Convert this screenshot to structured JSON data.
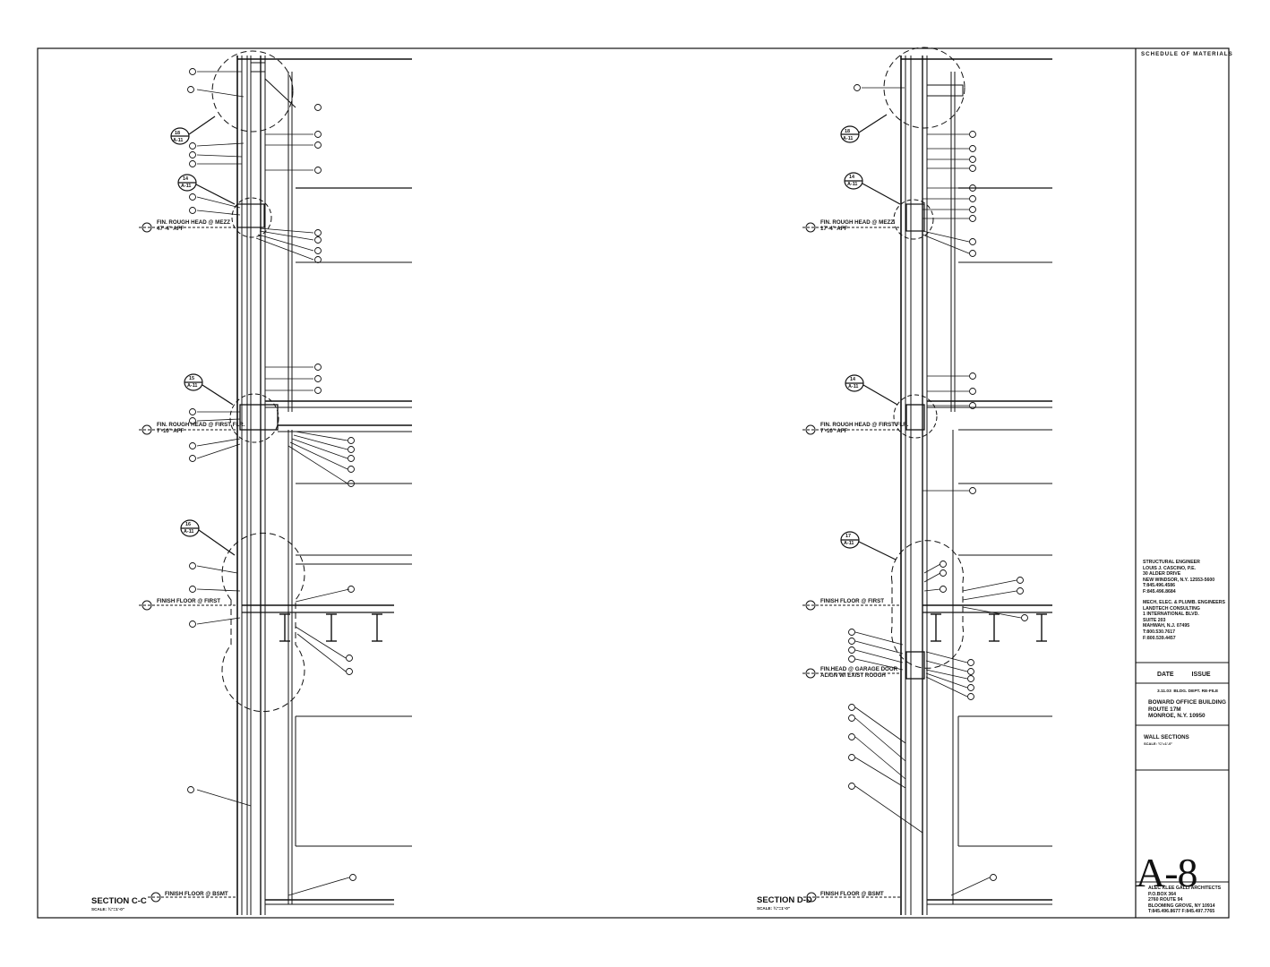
{
  "schedule": {
    "title": "SCHEDULE OF MATERIALS",
    "items": []
  },
  "consultants": {
    "structural": [
      "STRUCTURAL ENGINEER",
      "LOUIS J. CASCINO, P.E.",
      "30 ALDER DRIVE",
      "NEW WINDSOR, N.Y. 12553-5600",
      "T:845.496.4586",
      "F:845.496.8684"
    ],
    "mep": [
      "MECH, ELEC. & PLUMB. ENGINEERS",
      "LANDTECH CONSULTING",
      "1 INTERNATIONAL BLVD.",
      "SUITE 203",
      "MAHWAH, N.J. 07495",
      "T:800.530.7617",
      "F:800.539.4457"
    ]
  },
  "issue": {
    "date_label": "DATE",
    "issue_label": "ISSUE",
    "entries": [
      {
        "date": "3.11.03",
        "desc": "BLDG. DEPT. RE-FILE"
      }
    ]
  },
  "project": [
    "BOWARD OFFICE BUILDING",
    "ROUTE 17M",
    "MONROE, N.Y. 10950"
  ],
  "sheet": {
    "title": "WALL SECTIONS",
    "scale": "SCALE: ¾\"=1'-0\"",
    "number": "A-8"
  },
  "architect": [
    "ALEC KLEE GALLI ARCHITECTS",
    "P.O.BOX 364",
    "2760 ROUTE 94",
    "BLOOMING GROVE, NY 10914",
    "T:845.496.8677  F:845.497.7765"
  ],
  "sections": [
    {
      "title": "SECTION C-C",
      "scale": "SCALE: ¾\"=1'-0\"",
      "levels": [
        {
          "label": "FIN. ROUGH HEAD @ MEZZ",
          "elev": "47'-4\" AFF"
        },
        {
          "label": "FIN. ROUGH HEAD @ FIRST FLR.",
          "elev": "7'-10\" AFF"
        },
        {
          "label": "FINISH FLOOR @ FIRST",
          "elev": ""
        },
        {
          "label": "FINISH FLOOR @ BSMT",
          "elev": ""
        }
      ],
      "details": [
        {
          "num": "18",
          "sheet": "A-11"
        },
        {
          "num": "14",
          "sheet": "A-11"
        },
        {
          "num": "15",
          "sheet": "A-11"
        },
        {
          "num": "16",
          "sheet": "A-11"
        }
      ]
    },
    {
      "title": "SECTION D-D",
      "scale": "SCALE: ¾\"=1'-0\"",
      "levels": [
        {
          "label": "FIN. ROUGH HEAD @ MEZZ",
          "elev": "17'-4\" AFF"
        },
        {
          "label": "FIN. ROUGH HEAD @ FIRST FLR.",
          "elev": "7'-10\" AFF"
        },
        {
          "label": "FINISH FLOOR @ FIRST",
          "elev": ""
        },
        {
          "label": "FIN.HEAD @ GARAGE DOOR",
          "elev": "ALIGN W/ EXIST ROUGH"
        },
        {
          "label": "FINISH FLOOR @ BSMT",
          "elev": ""
        }
      ],
      "details": [
        {
          "num": "18",
          "sheet": "A-11"
        },
        {
          "num": "14",
          "sheet": "A-11"
        },
        {
          "num": "14",
          "sheet": "A-11"
        },
        {
          "num": "17",
          "sheet": "A-11"
        }
      ]
    }
  ]
}
